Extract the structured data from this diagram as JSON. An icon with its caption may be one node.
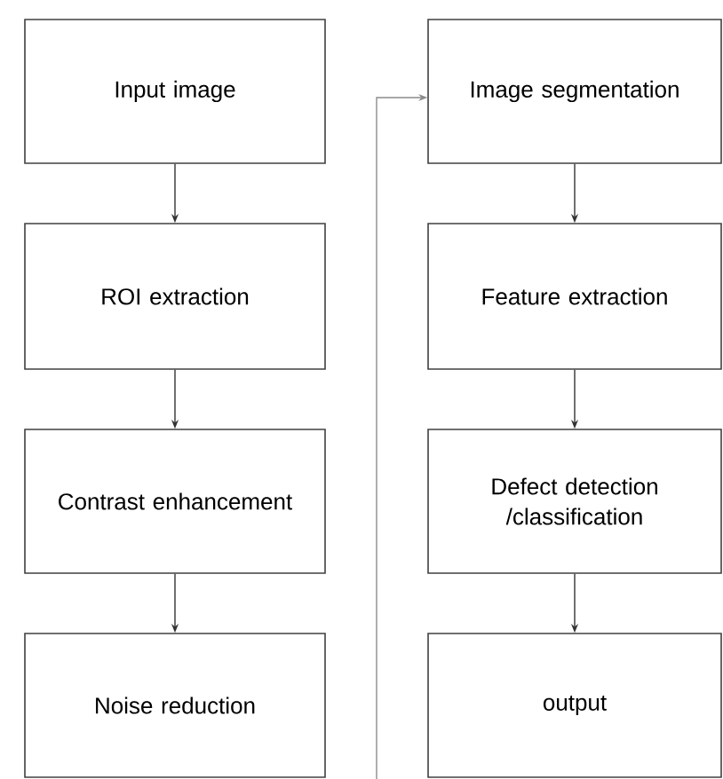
{
  "diagram": {
    "nodes": [
      {
        "text": [
          "Input image"
        ]
      },
      {
        "text": [
          "ROI extraction"
        ]
      },
      {
        "text": [
          "Contrast enhancement"
        ]
      },
      {
        "text": [
          "Noise reduction"
        ]
      },
      {
        "text": [
          "Image segmentation"
        ]
      },
      {
        "text": [
          "Feature extraction"
        ]
      },
      {
        "text": [
          "Defect detection /classification"
        ]
      },
      {
        "text": [
          "output"
        ]
      }
    ],
    "edges": [
      {
        "from": 0,
        "to": 1,
        "arrow": "to"
      },
      {
        "from": 1,
        "to": 2,
        "arrow": "to"
      },
      {
        "from": 2,
        "to": 3,
        "arrow": "to"
      },
      {
        "from": null,
        "to": 4,
        "arrow": "to",
        "color": "#8c8c8c"
      },
      {
        "from": 4,
        "to": 5,
        "arrow": "to"
      },
      {
        "from": 5,
        "to": 6,
        "arrow": "to"
      },
      {
        "from": 6,
        "to": 7,
        "arrow": "to"
      }
    ]
  }
}
